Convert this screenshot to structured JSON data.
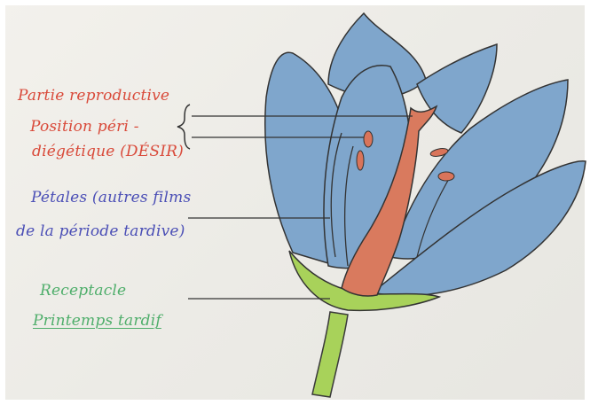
{
  "labels": {
    "reproductive": {
      "line1": "Partie reproductive",
      "line2": "Position péri -",
      "line3": "diégétique (DÉSIR)"
    },
    "petals": {
      "line1": "Pétales (autres films",
      "line2": "de la période tardive)"
    },
    "receptacle": {
      "line1": "Receptacle",
      "line2": "Printemps tardif"
    }
  },
  "colors": {
    "petal": "#7fa6cc",
    "petal_dark": "#5f86b2",
    "pistil": "#d97a5e",
    "stem": "#a8d25a",
    "outline": "#3a3a3a",
    "label_red": "#d94a3a",
    "label_blue": "#4b4fb6",
    "label_green": "#4fae6b"
  }
}
